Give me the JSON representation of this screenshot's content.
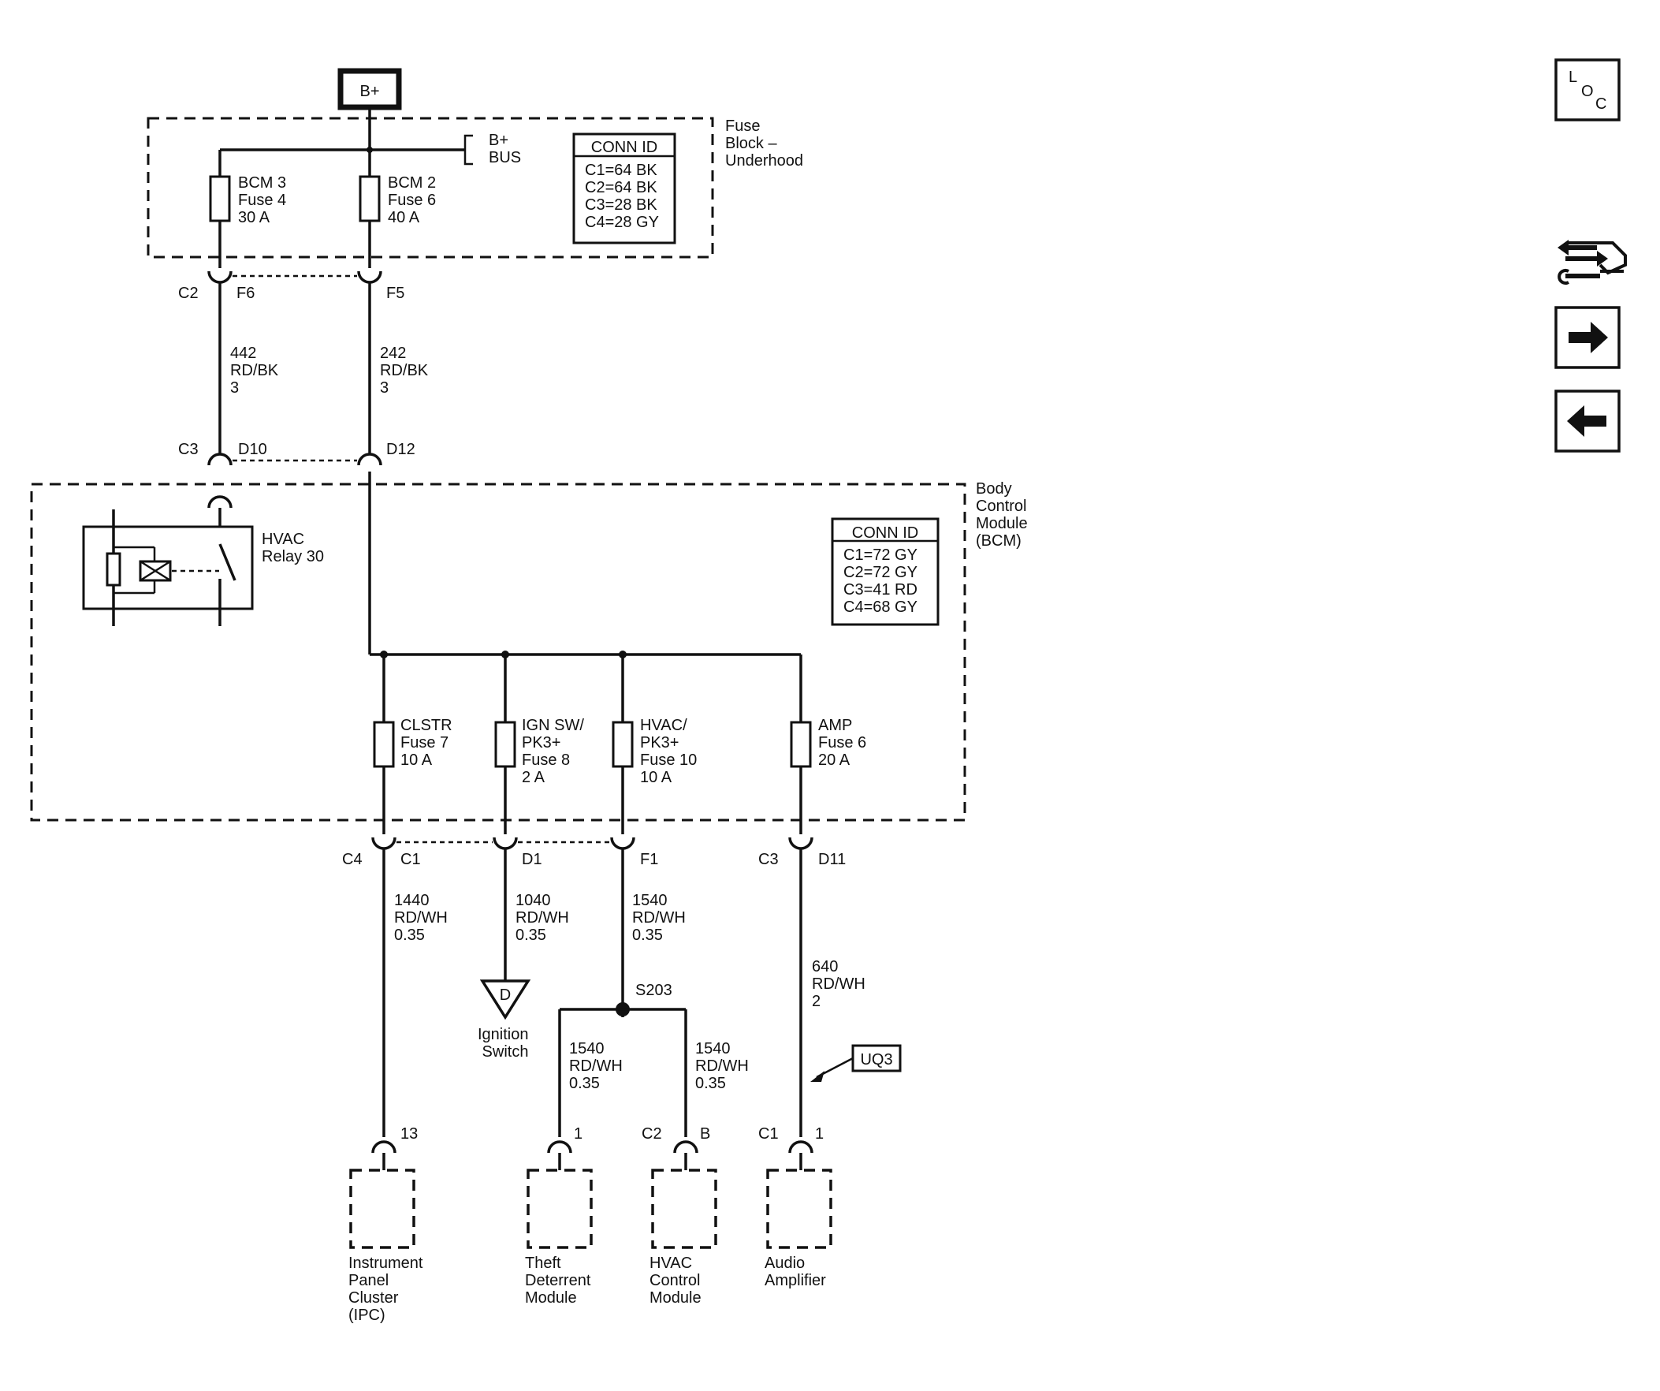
{
  "power_label": "B+",
  "fuse_block": {
    "name": [
      "Fuse",
      "Block –",
      "Underhood"
    ],
    "bus": [
      "B+",
      "BUS"
    ],
    "fuses": [
      [
        "BCM 3",
        "Fuse 4",
        "30 A"
      ],
      [
        "BCM 2",
        "Fuse 6",
        "40 A"
      ]
    ],
    "conn_id": {
      "title": "CONN ID",
      "rows": [
        "C1=64 BK",
        "C2=64 BK",
        "C3=28 BK",
        "C4=28 GY"
      ]
    }
  },
  "fuse_block_connectors": {
    "conn": "C2",
    "pins": [
      "F6",
      "F5"
    ]
  },
  "upper_wires": [
    [
      "442",
      "RD/BK",
      "3"
    ],
    [
      "242",
      "RD/BK",
      "3"
    ]
  ],
  "bcm_connectors": {
    "conn": "C3",
    "pins": [
      "D10",
      "D12"
    ]
  },
  "bcm": {
    "name": [
      "Body",
      "Control",
      "Module",
      "(BCM)"
    ],
    "relay": [
      "HVAC",
      "Relay 30"
    ],
    "conn_id": {
      "title": "CONN ID",
      "rows": [
        "C1=72 GY",
        "C2=72 GY",
        "C3=41 RD",
        "C4=68 GY"
      ]
    },
    "fuses": [
      [
        "CLSTR",
        "Fuse 7",
        "10 A"
      ],
      [
        "IGN SW/",
        "PK3+",
        "Fuse 8",
        "2 A"
      ],
      [
        "HVAC/",
        "PK3+",
        "Fuse 10",
        "10 A"
      ],
      [
        "AMP",
        "Fuse 6",
        "20 A"
      ]
    ]
  },
  "bcm_out_connectors": {
    "group1_conn": "C4",
    "group1_pins": [
      "C1",
      "D1",
      "F1"
    ],
    "group2_conn": "C3",
    "group2_pins": [
      "D11"
    ]
  },
  "lower_wires": [
    [
      "1440",
      "RD/WH",
      "0.35"
    ],
    [
      "1040",
      "RD/WH",
      "0.35"
    ],
    [
      "1540",
      "RD/WH",
      "0.35"
    ],
    [
      "640",
      "RD/WH",
      "2"
    ]
  ],
  "ignition": {
    "symbol": "D",
    "label": [
      "Ignition",
      "Switch"
    ]
  },
  "splice": {
    "name": "S203",
    "wires": [
      [
        "1540",
        "RD/WH",
        "0.35"
      ],
      [
        "1540",
        "RD/WH",
        "0.35"
      ]
    ]
  },
  "option_tag": "UQ3",
  "components": [
    {
      "conn": "",
      "pin": "13",
      "label": [
        "Instrument",
        "Panel",
        "Cluster",
        "(IPC)"
      ]
    },
    {
      "conn": "",
      "pin": "1",
      "label": [
        "Theft",
        "Deterrent",
        "Module"
      ]
    },
    {
      "conn": "C2",
      "pin": "B",
      "label": [
        "HVAC",
        "Control",
        "Module"
      ]
    },
    {
      "conn": "C1",
      "pin": "1",
      "label": [
        "Audio",
        "Amplifier"
      ]
    }
  ],
  "nav": {
    "loc_letters": [
      "L",
      "O",
      "C"
    ],
    "items": [
      "locator-button",
      "connector-views-button",
      "next-page-button",
      "previous-page-button"
    ]
  }
}
